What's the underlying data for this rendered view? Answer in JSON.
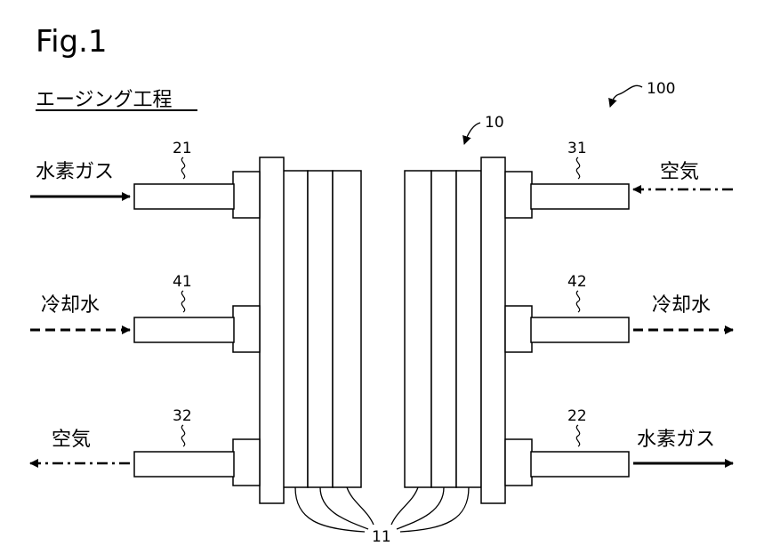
{
  "figure": {
    "title": "Fig.1",
    "subtitle": "エージング工程",
    "ref_system": "100",
    "ref_stack": "10",
    "ref_cells": "11"
  },
  "left": {
    "top": {
      "ref": "21",
      "label": "水素ガス",
      "line": "solid",
      "direction": "in"
    },
    "middle": {
      "ref": "41",
      "label": "冷却水",
      "line": "dashed",
      "direction": "in"
    },
    "bottom": {
      "ref": "32",
      "label": "空気",
      "line": "dash-dot",
      "direction": "out"
    }
  },
  "right": {
    "top": {
      "ref": "31",
      "label": "空気",
      "line": "dash-dot",
      "direction": "in"
    },
    "middle": {
      "ref": "42",
      "label": "冷却水",
      "line": "dashed",
      "direction": "out"
    },
    "bottom": {
      "ref": "22",
      "label": "水素ガス",
      "line": "solid",
      "direction": "out"
    }
  }
}
